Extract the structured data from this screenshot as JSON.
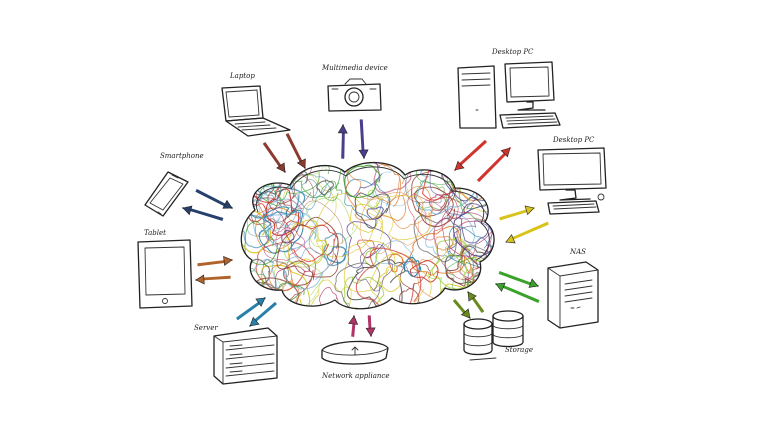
{
  "labels": {
    "laptop": "Laptop",
    "multimedia": "Multimedia device",
    "desktop1": "Desktop PC",
    "desktop2": "Desktop PC",
    "smartphone": "Smartphone",
    "tablet": "Tablet",
    "server": "Server",
    "network": "Network appliance",
    "storage": "Storage",
    "nas": "NAS"
  },
  "colors": {
    "laptop": "#8b3a2e",
    "multimedia": "#4b3f8c",
    "desktop1": "#d0342c",
    "desktop2": "#d9c21a",
    "smartphone": "#27406b",
    "tablet": "#b0632a",
    "server": "#2a7fa8",
    "network": "#b03566",
    "storage": "#6b8a1e",
    "nas": "#3aa22a"
  },
  "scribble_colors": [
    "#d0342c",
    "#3aa22a",
    "#2a7fa8",
    "#d9c21a",
    "#8b3a2e",
    "#4b3f8c",
    "#b03566",
    "#e07b2a",
    "#555555",
    "#6bb0d6",
    "#9acd32"
  ]
}
